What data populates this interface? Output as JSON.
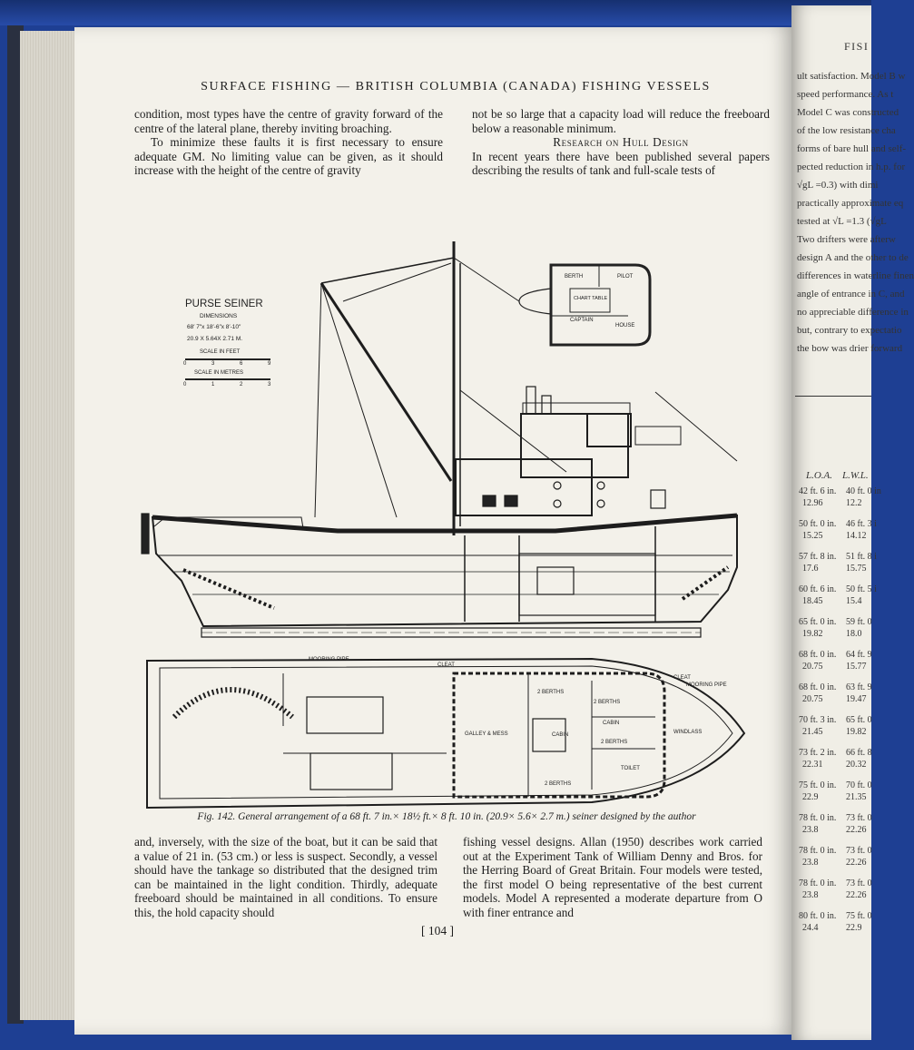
{
  "header": {
    "title": "SURFACE FISHING — BRITISH COLUMBIA (CANADA) FISHING VESSELS"
  },
  "left_top": {
    "p1": "condition, most types have the centre of gravity forward of the centre of the lateral plane, thereby inviting broaching.",
    "p2": "To minimize these faults it is first necessary to ensure adequate GM. No limiting value can be given, as it should increase with the height of the centre of gravity"
  },
  "right_top": {
    "p1": "not be so large that a capacity load will reduce the freeboard below a reasonable minimum.",
    "heading": "Research on Hull Design",
    "p2": "In recent years there have been published several papers describing the results of tank and full-scale tests of"
  },
  "figure": {
    "title": "PURSE SEINER",
    "subtitle": "DIMENSIONS",
    "dim_ft": "68′ 7″x 18′-6″x 8′-10″",
    "dim_m": "20.9 X 5.64X 2.71 M.",
    "scale_feet_label": "SCALE IN FEET",
    "scale_feet_ticks": [
      "0",
      "3",
      "6",
      "9"
    ],
    "scale_metres_label": "SCALE IN METRES",
    "scale_metres_ticks": [
      "0",
      "1",
      "2",
      "3"
    ],
    "wheelhouse_labels": [
      "BERTH",
      "PILOT",
      "CHART TABLE",
      "CAPTAIN",
      "HOUSE"
    ],
    "plan_labels": {
      "mooring_pipe_left": "MOORING PIPE",
      "cleat_top": "CLEAT",
      "cleat_right": "CLEAT",
      "mooring_pipe_right": "MOORING PIPE",
      "berths_a": "2 BERTHS",
      "berths_b": "2 BERTHS",
      "cabin_a": "CABIN",
      "galley": "GALLEY & MESS",
      "cabin_b": "CABIN",
      "berths_c": "2 BERTHS",
      "windlass": "WINDLASS",
      "toilet": "TOILET",
      "berths_d": "2 BERTHS"
    }
  },
  "caption": "Fig. 142. General arrangement of a 68 ft. 7 in.× 18½ ft.× 8 ft. 10 in. (20.9× 5.6× 2.7 m.) seiner designed by the author",
  "left_bottom": {
    "p1": "and, inversely, with the size of the boat, but it can be said that a value of 21 in. (53 cm.) or less is suspect. Secondly, a vessel should have the tankage so distributed that the designed trim can be maintained in the light condition. Thirdly, adequate freeboard should be maintained in all conditions. To ensure this, the hold capacity should"
  },
  "right_bottom": {
    "p1": "fishing vessel designs. Allan (1950) describes work carried out at the Experiment Tank of William Denny and Bros. for the Herring Board of Great Britain. Four models were tested, the first model O being representative of the best current models. Model A represented a moderate departure from O with finer entrance and"
  },
  "page_number": "[ 104 ]",
  "facing_page": {
    "header": "FISI",
    "lines": [
      "ult satisfaction. Model B w",
      "speed performance. As t",
      "Model C was constructed",
      "of the low resistance cha",
      "forms of bare hull and self-",
      "pected reduction in h.p. for",
      "√gL =0.3) with dimi",
      "practically approximate eq",
      "tested at √L =1.3 (√gL",
      "Two drifters were afterw",
      "design A and the other to de",
      "differences in waterline finen",
      "angle of entrance in C, and",
      "no appreciable difference in",
      "but, contrary to expectatio",
      "the bow was drier forward"
    ],
    "col_headers": [
      "L.O.A.",
      "L.W.L."
    ],
    "rows": [
      [
        "42 ft. 6 in.",
        "12.96",
        "40 ft. 0 in",
        "12.2"
      ],
      [
        "50 ft. 0 in.",
        "15.25",
        "46 ft. 3 i",
        "14.12"
      ],
      [
        "57 ft. 8 in.",
        "17.6",
        "51 ft. 8 i",
        "15.75"
      ],
      [
        "60 ft. 6 in.",
        "18.45",
        "50 ft. 5 i",
        "15.4"
      ],
      [
        "65 ft. 0 in.",
        "19.82",
        "59 ft. 0",
        "18.0"
      ],
      [
        "68 ft. 0 in.",
        "20.75",
        "64 ft. 9",
        "15.77"
      ],
      [
        "68 ft. 0 in.",
        "20.75",
        "63 ft. 9",
        "19.47"
      ],
      [
        "70 ft. 3 in.",
        "21.45",
        "65 ft. 0",
        "19.82"
      ],
      [
        "73 ft. 2 in.",
        "22.31",
        "66 ft. 8",
        "20.32"
      ],
      [
        "75 ft. 0 in.",
        "22.9",
        "70 ft. 0",
        "21.35"
      ],
      [
        "78 ft. 0 in.",
        "23.8",
        "73 ft. 0",
        "22.26"
      ],
      [
        "78 ft. 0 in.",
        "23.8",
        "73 ft. 0",
        "22.26"
      ],
      [
        "78 ft. 0 in.",
        "23.8",
        "73 ft. 0",
        "22.26"
      ],
      [
        "80 ft. 0 in.",
        "24.4",
        "75 ft. 0",
        "22.9"
      ]
    ]
  }
}
